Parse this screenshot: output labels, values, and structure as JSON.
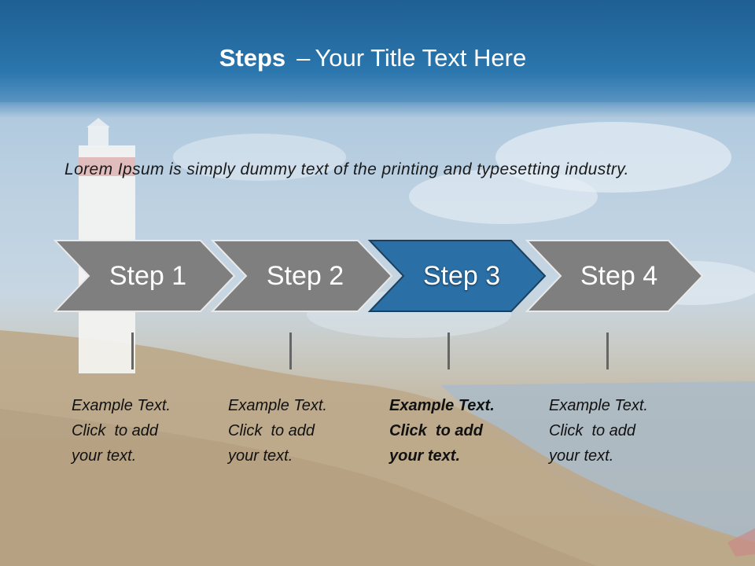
{
  "slide": {
    "title_bold": "Steps",
    "title_separator": "–",
    "title_rest": "Your Title Text Here",
    "intro": "Lorem Ipsum is simply dummy text of the printing and typesetting industry."
  },
  "colors": {
    "step_inactive": "#7f7f7f",
    "step_active": "#2a6fa5",
    "header": "#2a76ad"
  },
  "steps": [
    {
      "label": "Step 1",
      "active": false,
      "caption": [
        "Example Text.",
        "Click  to add",
        "your text."
      ]
    },
    {
      "label": "Step 2",
      "active": false,
      "caption": [
        "Example Text.",
        "Click  to add",
        "your text."
      ]
    },
    {
      "label": "Step 3",
      "active": true,
      "caption": [
        "Example Text.",
        "Click  to add",
        "your text."
      ]
    },
    {
      "label": "Step 4",
      "active": false,
      "caption": [
        "Example Text.",
        "Click  to add",
        "your text."
      ]
    }
  ]
}
